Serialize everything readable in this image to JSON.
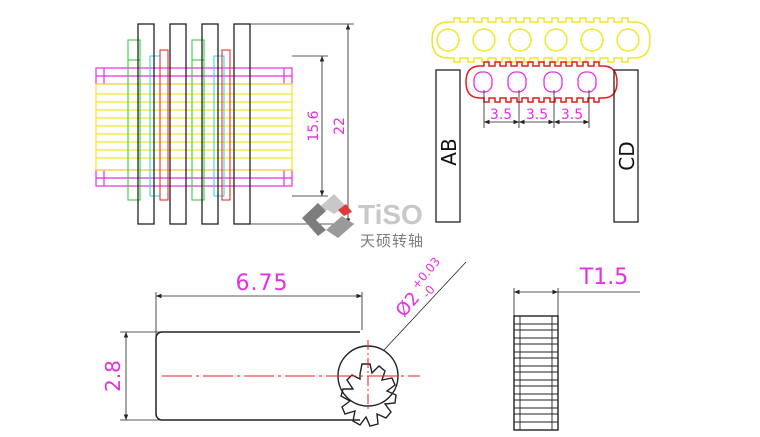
{
  "logo": {
    "brand_text": "TiSO",
    "brand_cn": "天硕转轴",
    "color_dark": "#7d7d7d",
    "color_light": "#c8c8c8",
    "color_accent": "#e03a3a"
  },
  "top_left_view": {
    "dim_inner": "15.6",
    "dim_outer": "22"
  },
  "top_right_view": {
    "label_left": "AB",
    "label_right": "CD",
    "pitch_1": "3.5",
    "pitch_2": "3.5",
    "pitch_3": "3.5"
  },
  "bottom_left_view": {
    "dim_length": "6.75",
    "dim_height": "2.8",
    "dim_bore": "Ø2",
    "tol_upper": "+0.03",
    "tol_lower": "-0"
  },
  "bottom_right_view": {
    "dim_thickness": "T1.5"
  },
  "colors": {
    "dimension": "#e62ee6",
    "centerline": "#e81c1c",
    "gear_yellow": "#f0e62a",
    "gear_red": "#e81c1c",
    "green": "#2bc32b",
    "cyan": "#2bd3e0",
    "outline": "#222222"
  }
}
